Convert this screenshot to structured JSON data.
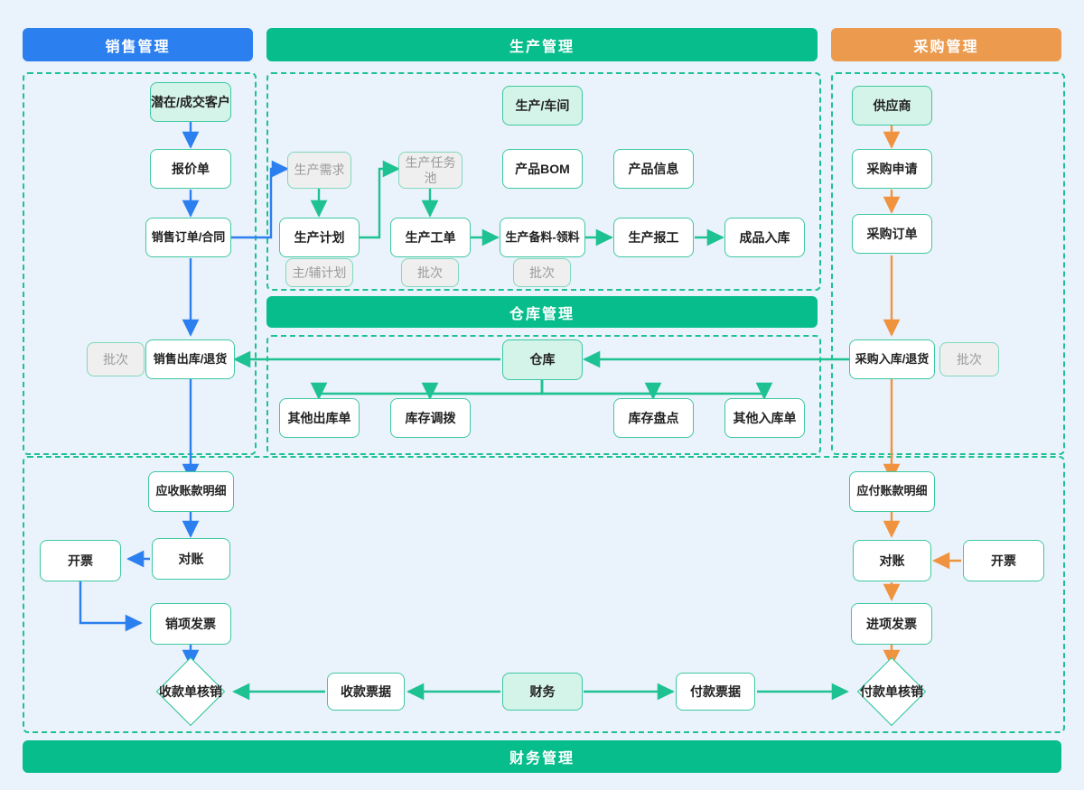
{
  "headers": {
    "sales": {
      "label": "销售管理",
      "color": "#2b7fef"
    },
    "production": {
      "label": "生产管理",
      "color": "#08bd8c"
    },
    "purchase": {
      "label": "采购管理",
      "color": "#eb9a4e"
    },
    "warehouse": {
      "label": "仓库管理",
      "color": "#08bd8c"
    },
    "finance": {
      "label": "财务管理",
      "color": "#08bd8c"
    }
  },
  "sales": {
    "customer": "潜在/成交客户",
    "quote": "报价单",
    "order": "销售订单/合同",
    "outbound": "销售出库/退货",
    "batch": "批次"
  },
  "production": {
    "workshop": "生产/车间",
    "demand": "生产需求",
    "task_pool": "生产任务池",
    "bom": "产品BOM",
    "product_info": "产品信息",
    "plan": "生产计划",
    "work_order": "生产工单",
    "picking": "生产备料-领料",
    "report": "生产报工",
    "fg_inbound": "成品入库",
    "plan_tag": "主/辅计划",
    "wo_tag": "批次",
    "pick_tag": "批次"
  },
  "warehouse": {
    "hub": "仓库",
    "other_out": "其他出库单",
    "transfer": "库存调拨",
    "stocktake": "库存盘点",
    "other_in": "其他入库单"
  },
  "purchase": {
    "supplier": "供应商",
    "requisition": "采购申请",
    "order": "采购订单",
    "inbound": "采购入库/退货",
    "batch": "批次"
  },
  "finance": {
    "ar_detail": "应收账款明细",
    "ar_recon": "对账",
    "ar_invoice_issue": "开票",
    "ar_output_invoice": "销项发票",
    "ar_settle": "收款单核销",
    "receipt_doc": "收款票据",
    "hub": "财务",
    "payment_doc": "付款票据",
    "ap_detail": "应付账款明细",
    "ap_recon": "对账",
    "ap_invoice_issue": "开票",
    "ap_input_invoice": "进项发票",
    "ap_settle": "付款单核销"
  },
  "palette": {
    "blue": "#2b7fef",
    "green": "#1ec292",
    "orange": "#f0933f",
    "mint_fill": "#d4f3e9",
    "ghost_fill": "#efefef",
    "page_bg": "#eaf2fb"
  }
}
